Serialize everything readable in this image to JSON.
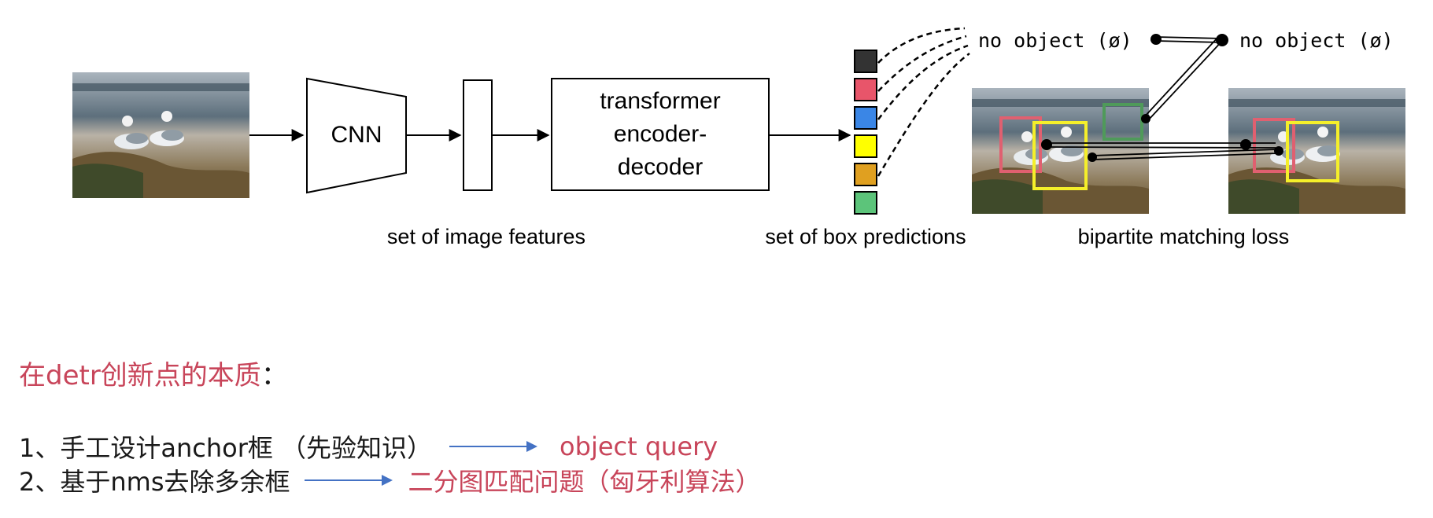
{
  "diagram": {
    "cnn_label": "CNN",
    "transformer_label_lines": [
      "transformer",
      "encoder-",
      "decoder"
    ],
    "caption_features": "set of image features",
    "caption_predictions": "set of box predictions",
    "caption_loss": "bipartite matching loss",
    "no_object_left": "no object (ø)",
    "no_object_right": "no object (ø)",
    "prediction_colors": [
      "#333333",
      "#e8556a",
      "#3a86e6",
      "#ffff00",
      "#e0a020",
      "#5cc47a"
    ],
    "box_colors": {
      "red": "#e06070",
      "yellow": "#f5ef2a",
      "green": "#4f9a5a"
    }
  },
  "notes": {
    "title_red": "在detr创新点的本质",
    "title_suffix": "：",
    "item1_prefix": "1、手工设计anchor框 （先验知识）",
    "item1_result": "object query",
    "item2_prefix": "2、基于nms去除多余框",
    "item2_result": "二分图匹配问题（匈牙利算法）",
    "accent_color": "#c8455a",
    "arrow_color": "#4472c4"
  }
}
